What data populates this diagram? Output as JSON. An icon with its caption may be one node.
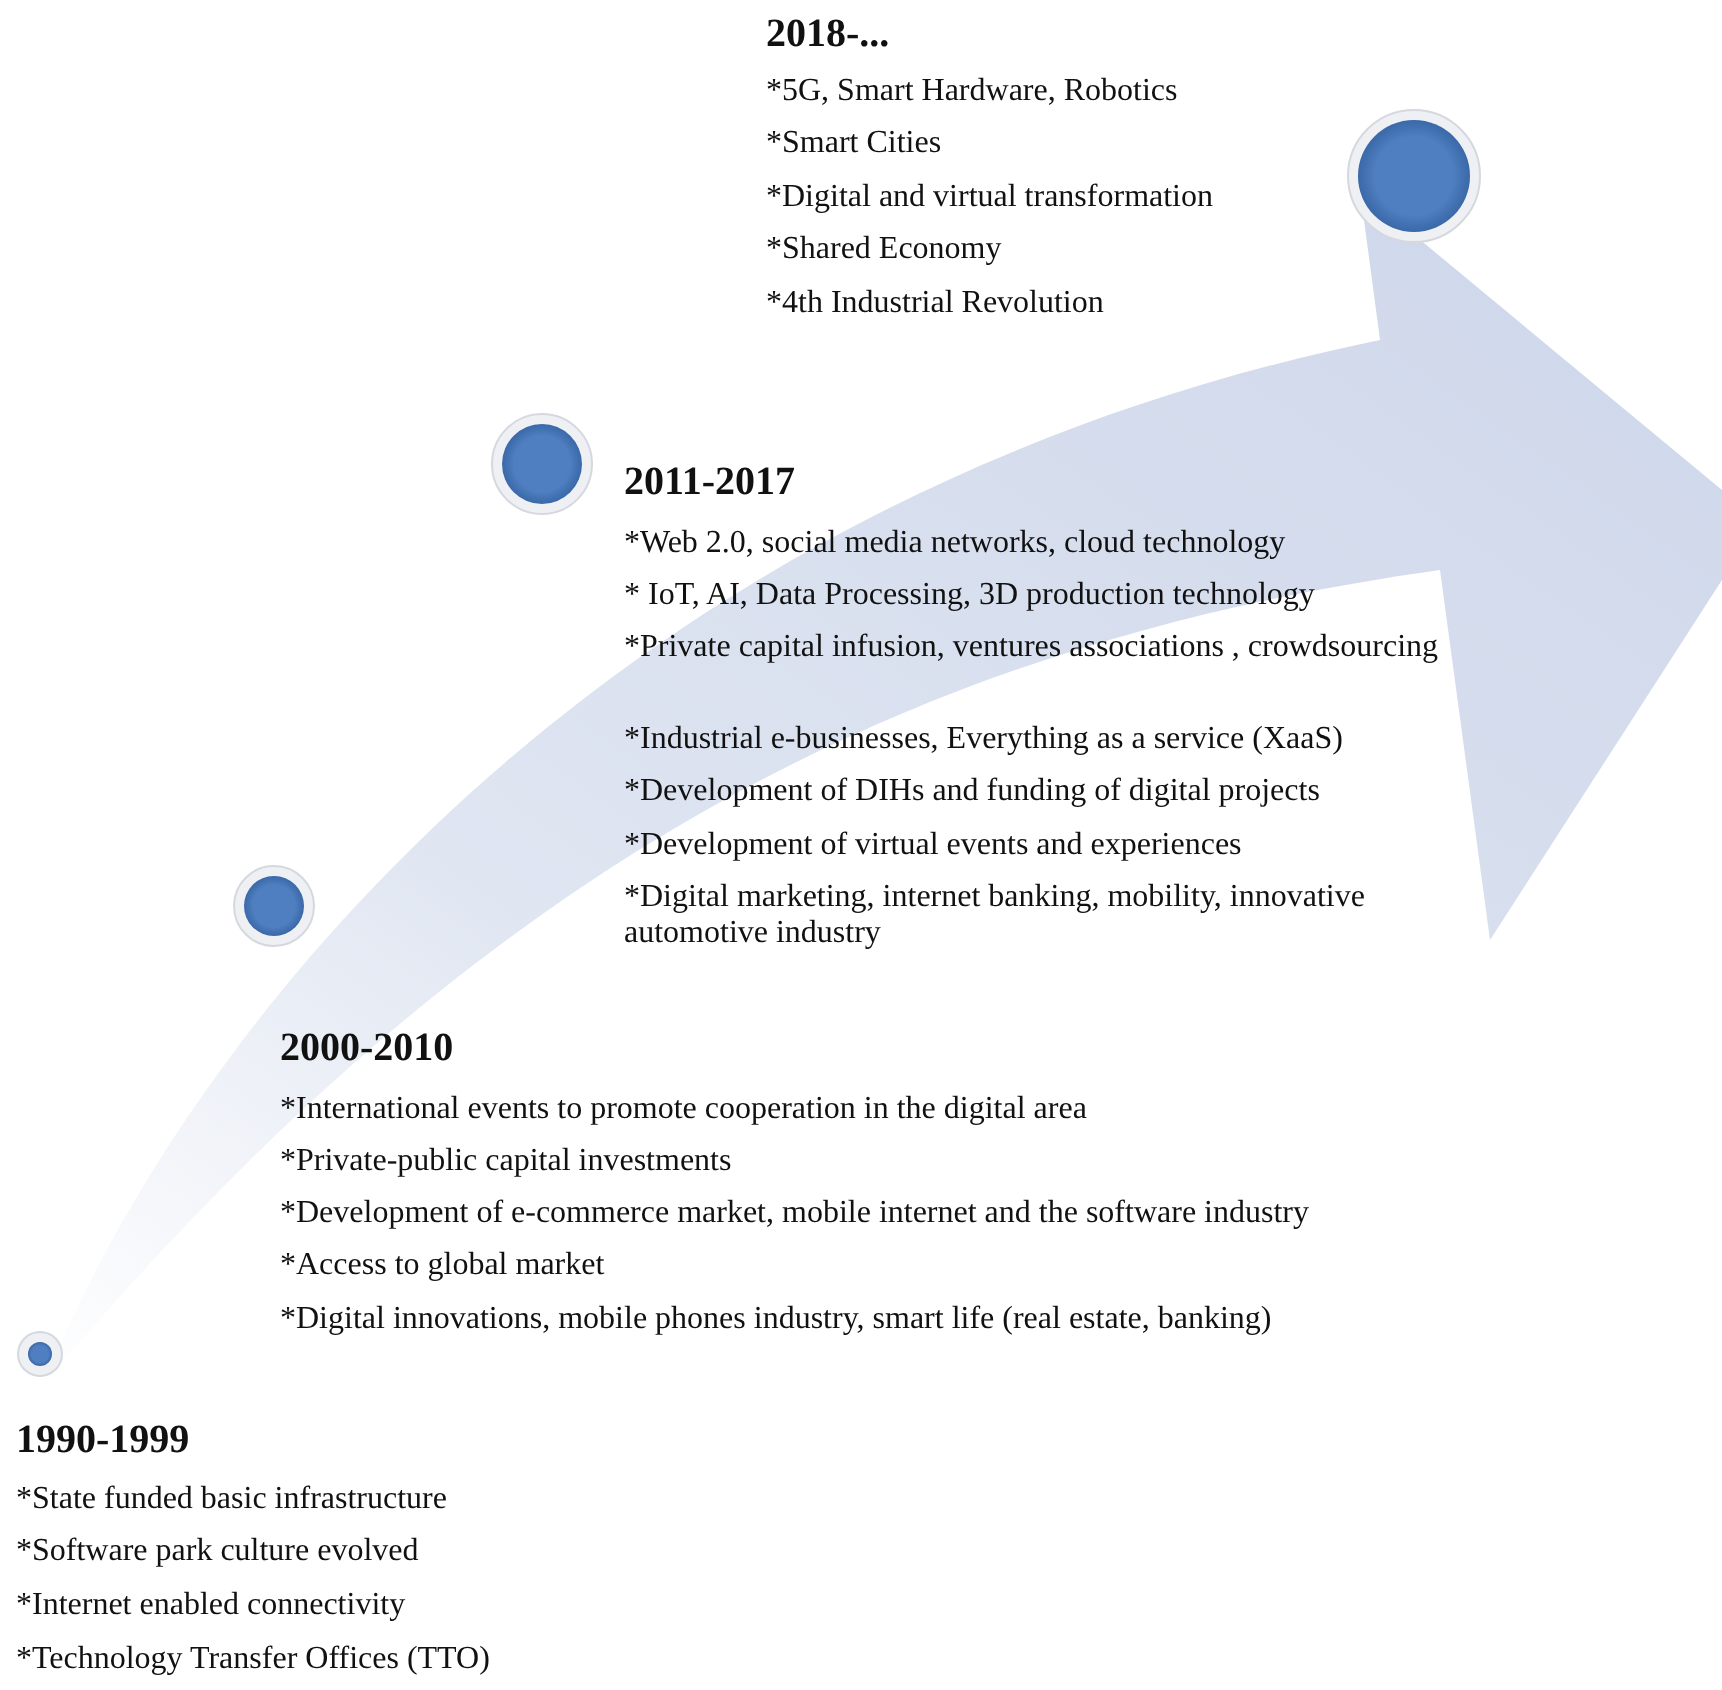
{
  "diagram": {
    "labels": [
      "2018-...",
      "*5G, Smart Hardware, Robotics",
      "*Smart Cities",
      "*Digital and virtual transformation",
      "*Shared Economy",
      "*4th Industrial Revolution",
      "2011-2017",
      "*Web 2.0, social media networks, cloud technology",
      "* IoT, AI, Data Processing, 3D production technology",
      "*Private capital infusion, ventures associations , crowdsourcing",
      "*Industrial e-businesses, Everything as a service (XaaS)",
      "*Development of DIHs and funding of digital projects",
      "*Development of virtual events and experiences",
      "*Digital marketing, internet banking, mobility, innovative automotive industry",
      "2000-2010",
      "*International events to promote cooperation in the digital area",
      "*Private-public capital investments",
      "*Development of e-commerce market, mobile internet and the software industry",
      "*Access to global market",
      "*Digital innovations, mobile phones industry, smart life (real estate, banking)",
      "1990-1999",
      "*State funded basic infrastructure",
      "*Software park culture evolved",
      "*Internet enabled connectivity",
      "*Technology Transfer Offices (TTO)"
    ]
  }
}
